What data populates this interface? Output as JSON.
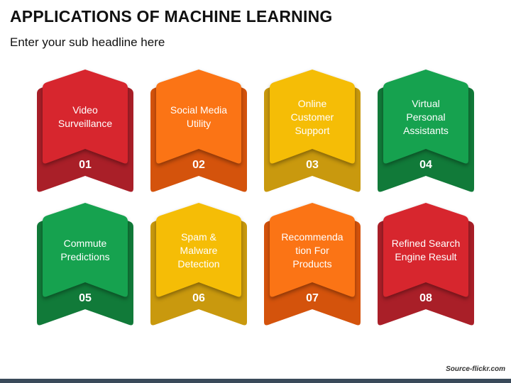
{
  "title": "APPLICATIONS OF MACHINE LEARNING",
  "subtitle": "Enter your sub headline here",
  "footer": "Source-flickr.com",
  "cards": [
    {
      "lines": [
        "Video",
        "Surveillance"
      ],
      "number": "01",
      "front": "#d7262e",
      "back": "#a91f28"
    },
    {
      "lines": [
        "Social Media",
        "Utility"
      ],
      "number": "02",
      "front": "#fb7415",
      "back": "#d4530c"
    },
    {
      "lines": [
        "Online",
        "Customer",
        "Support"
      ],
      "number": "03",
      "front": "#f5bd06",
      "back": "#c9990e"
    },
    {
      "lines": [
        "Virtual",
        "Personal",
        "Assistants"
      ],
      "number": "04",
      "front": "#16a24f",
      "back": "#117a39"
    },
    {
      "lines": [
        "Commute",
        "Predictions"
      ],
      "number": "05",
      "front": "#16a24f",
      "back": "#117a39"
    },
    {
      "lines": [
        "Spam &",
        "Malware",
        "Detection"
      ],
      "number": "06",
      "front": "#f5bd06",
      "back": "#c9990e"
    },
    {
      "lines": [
        "Recommenda",
        "tion For",
        "Products"
      ],
      "number": "07",
      "front": "#fb7415",
      "back": "#d4530c"
    },
    {
      "lines": [
        "Refined Search",
        "Engine Result"
      ],
      "number": "08",
      "front": "#d7262e",
      "back": "#a91f28"
    }
  ]
}
